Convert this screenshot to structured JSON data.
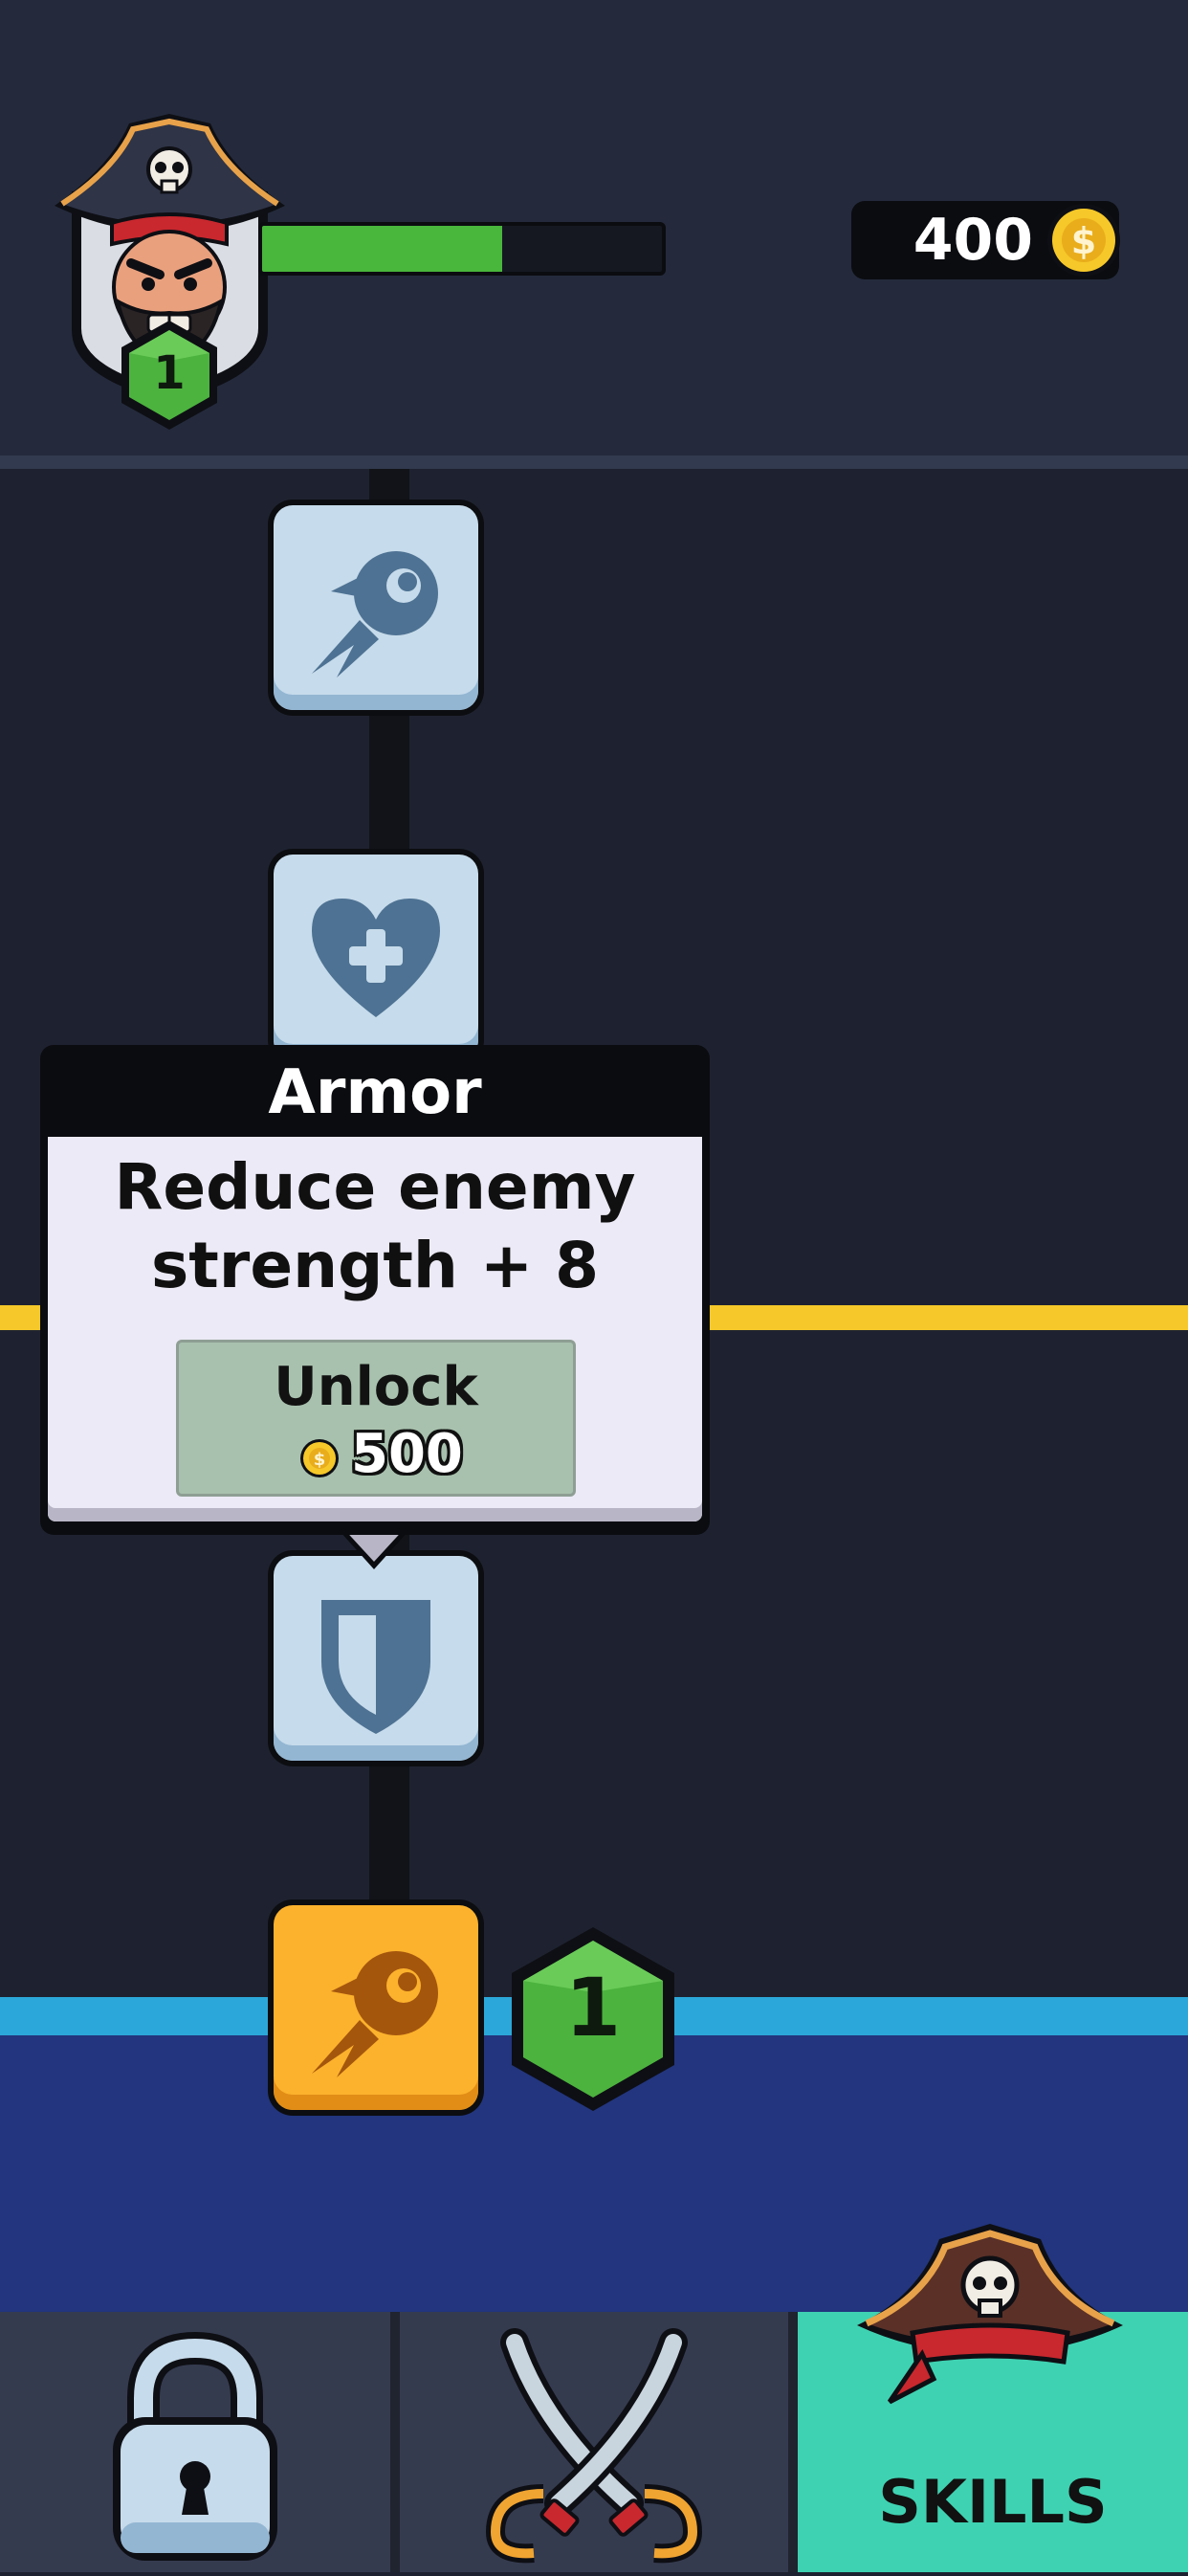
{
  "player": {
    "level": "1",
    "xp_progress": 0.6
  },
  "currency": {
    "coins": "400",
    "coin_symbol": "$"
  },
  "skill_tree": {
    "nodes": [
      {
        "id": "speed",
        "icon": "comet-icon",
        "state": "locked"
      },
      {
        "id": "health",
        "icon": "heart-plus-icon",
        "state": "locked"
      },
      {
        "id": "armor",
        "icon": "shield-icon",
        "state": "locked"
      },
      {
        "id": "power",
        "icon": "comet-icon",
        "state": "active"
      }
    ],
    "active_level": "1"
  },
  "tooltip": {
    "title": "Armor",
    "description_line1": "Reduce enemy",
    "description_line2": "strength + 8",
    "button_label": "Unlock",
    "price": "500"
  },
  "nav": {
    "tabs": [
      {
        "icon": "lock-icon",
        "label": ""
      },
      {
        "icon": "crossed-swords-icon",
        "label": ""
      },
      {
        "icon": "pirate-hat-icon",
        "label": "SKILLS",
        "selected": true
      }
    ]
  },
  "colors": {
    "background": "#1e2230",
    "xp_bar": "#49b63c",
    "coin": "#f6c829",
    "active_node": "#fcb22c",
    "selected_tab": "#3fd2b2"
  }
}
